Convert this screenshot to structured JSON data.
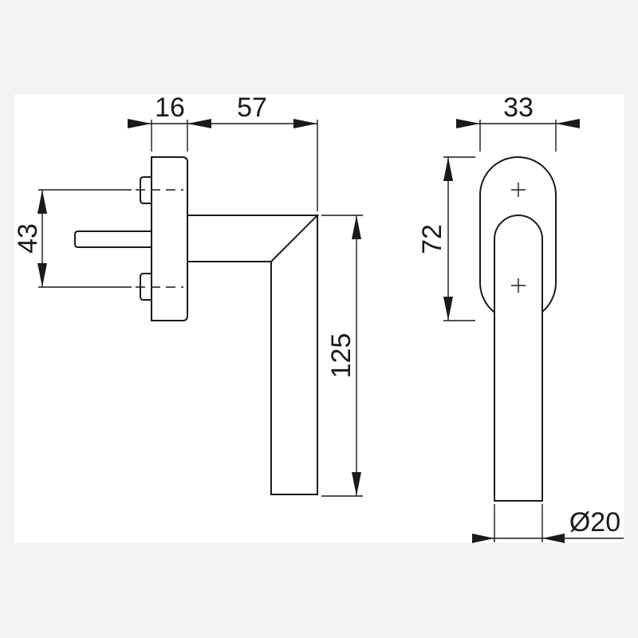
{
  "drawing": {
    "title": "Window handle dimension drawing",
    "dimensions": {
      "rosette_depth": "16",
      "handle_projection": "57",
      "screw_spacing": "43",
      "handle_length": "125",
      "rosette_width": "33",
      "rosette_height": "72",
      "handle_diameter": "Ø20"
    },
    "colors": {
      "background": "#f2f2f2",
      "panel": "#ffffff",
      "line": "#1a1a1a"
    }
  }
}
